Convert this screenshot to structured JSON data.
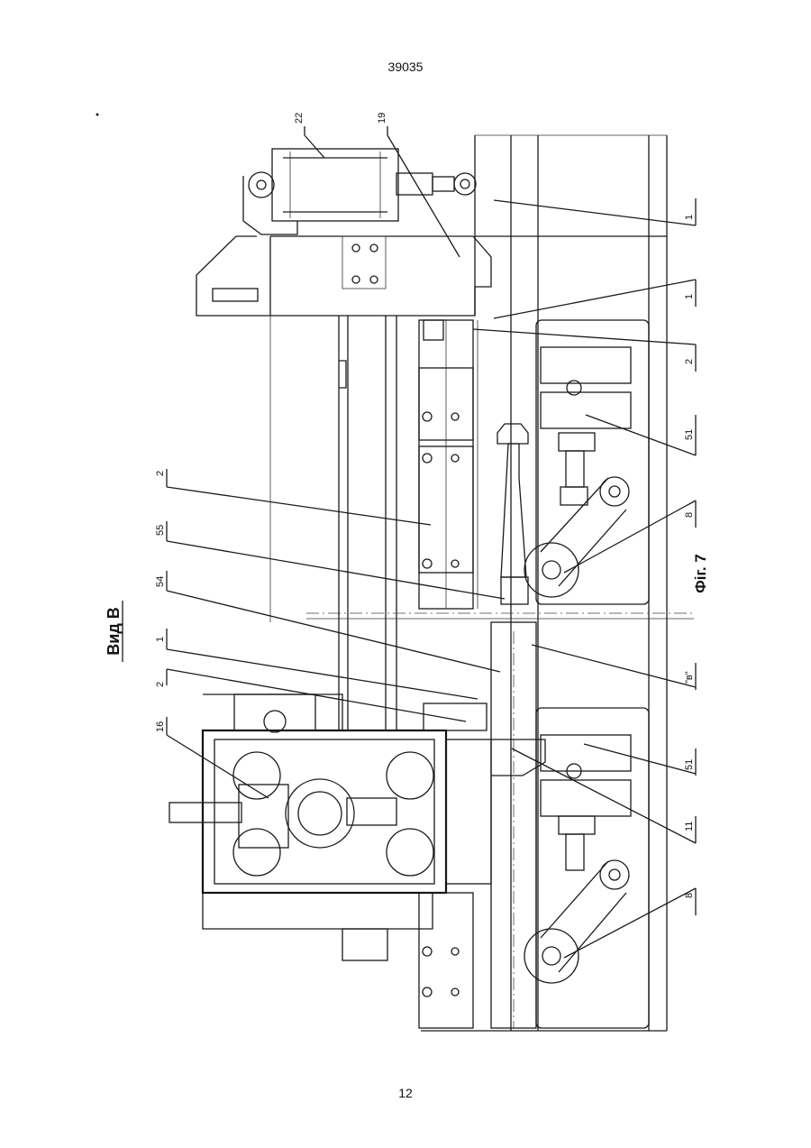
{
  "header": {
    "patent_number": "39035"
  },
  "footer": {
    "page_number": "12"
  },
  "figure": {
    "view_title": "Вид В",
    "caption": "Фіг. 7",
    "section_mark": "\"в\""
  },
  "callouts": [
    {
      "id": "c22",
      "text": "22"
    },
    {
      "id": "c19",
      "text": "19"
    },
    {
      "id": "c1a",
      "text": "1"
    },
    {
      "id": "c1b",
      "text": "1"
    },
    {
      "id": "c2a",
      "text": "2"
    },
    {
      "id": "c51a",
      "text": "51"
    },
    {
      "id": "c8a",
      "text": "8"
    },
    {
      "id": "c2b",
      "text": "2"
    },
    {
      "id": "c55",
      "text": "55"
    },
    {
      "id": "c54",
      "text": "54"
    },
    {
      "id": "c1c",
      "text": "1"
    },
    {
      "id": "c2c",
      "text": "2"
    },
    {
      "id": "c16",
      "text": "16"
    },
    {
      "id": "c51b",
      "text": "51"
    },
    {
      "id": "c11",
      "text": "11"
    },
    {
      "id": "c8b",
      "text": "8"
    }
  ]
}
